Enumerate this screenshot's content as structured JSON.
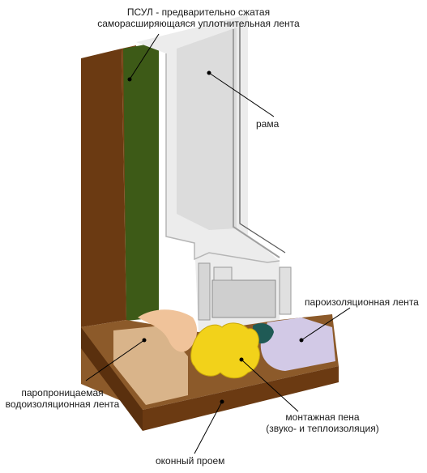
{
  "labels": {
    "psul_line1": "ПСУЛ - предварительно сжатая",
    "psul_line2": "саморасширяющаяся уплотнительная лента",
    "frame": "рама",
    "vapor_barrier": "пароизоляционная лента",
    "vapor_perm_line1": "паропроницаемая",
    "vapor_perm_line2": "водоизоляционная лента",
    "foam_line1": "монтажная пена",
    "foam_line2": "(звуко- и теплоизоляция)",
    "opening": "оконный проем"
  },
  "colors": {
    "wall_front": "#6b3a12",
    "wall_side": "#7a4416",
    "wall_top": "#8c5a2a",
    "green_strip": "#3d5a17",
    "frame": "#ececec",
    "frame_shadow": "#bfbfbf",
    "glass": "#dcdcdc",
    "foam": "#f2d21a",
    "tan_tape": "#d9b48a",
    "lilac_tape": "#d2c9e6",
    "peach_sealant": "#f0c39a",
    "teal_gasket": "#1f5a55"
  }
}
